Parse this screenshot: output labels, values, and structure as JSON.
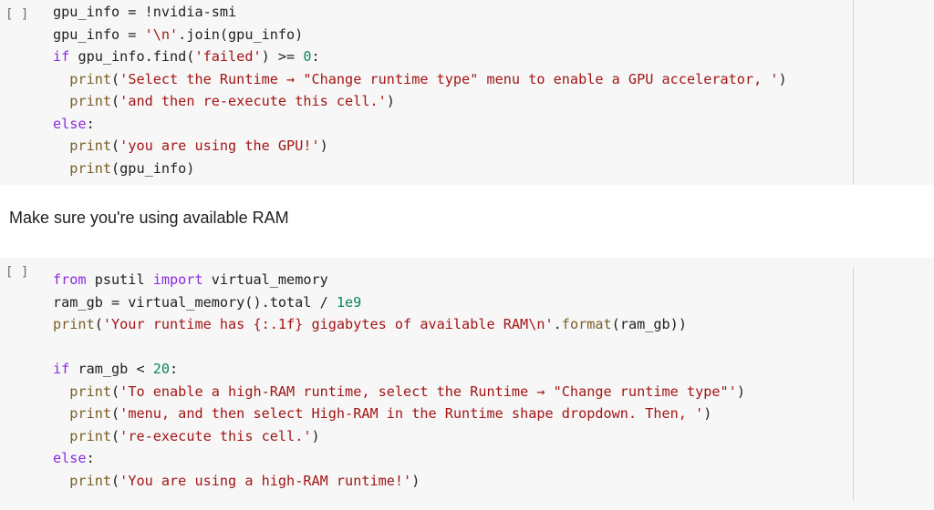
{
  "cell1": {
    "run_label": "[ ]",
    "lines": [
      [
        {
          "t": "gpu_info = !nvidia-smi",
          "c": "plain"
        }
      ],
      [
        {
          "t": "gpu_info = ",
          "c": "plain"
        },
        {
          "t": "'\\n'",
          "c": "str"
        },
        {
          "t": ".join(gpu_info)",
          "c": "plain"
        }
      ],
      [
        {
          "t": "if",
          "c": "kw"
        },
        {
          "t": " gpu_info.find(",
          "c": "plain"
        },
        {
          "t": "'failed'",
          "c": "str"
        },
        {
          "t": ") >= ",
          "c": "plain"
        },
        {
          "t": "0",
          "c": "num"
        },
        {
          "t": ":",
          "c": "plain"
        }
      ],
      [
        {
          "t": "  ",
          "c": "plain"
        },
        {
          "t": "print",
          "c": "fn"
        },
        {
          "t": "(",
          "c": "plain"
        },
        {
          "t": "'Select the Runtime → \"Change runtime type\" menu to enable a GPU accelerator, '",
          "c": "str"
        },
        {
          "t": ")",
          "c": "plain"
        }
      ],
      [
        {
          "t": "  ",
          "c": "plain"
        },
        {
          "t": "print",
          "c": "fn"
        },
        {
          "t": "(",
          "c": "plain"
        },
        {
          "t": "'and then re-execute this cell.'",
          "c": "str"
        },
        {
          "t": ")",
          "c": "plain"
        }
      ],
      [
        {
          "t": "else",
          "c": "kw"
        },
        {
          "t": ":",
          "c": "plain"
        }
      ],
      [
        {
          "t": "  ",
          "c": "plain"
        },
        {
          "t": "print",
          "c": "fn"
        },
        {
          "t": "(",
          "c": "plain"
        },
        {
          "t": "'you are using the GPU!'",
          "c": "str"
        },
        {
          "t": ")",
          "c": "plain"
        }
      ],
      [
        {
          "t": "  ",
          "c": "plain"
        },
        {
          "t": "print",
          "c": "fn"
        },
        {
          "t": "(gpu_info)",
          "c": "plain"
        }
      ]
    ]
  },
  "text_cell": {
    "text": "Make sure you're using available RAM"
  },
  "cell2": {
    "run_label": "[ ]",
    "lines": [
      [
        {
          "t": "from",
          "c": "kw"
        },
        {
          "t": " psutil ",
          "c": "plain"
        },
        {
          "t": "import",
          "c": "kw"
        },
        {
          "t": " virtual_memory",
          "c": "plain"
        }
      ],
      [
        {
          "t": "ram_gb = virtual_memory().total / ",
          "c": "plain"
        },
        {
          "t": "1e9",
          "c": "num"
        }
      ],
      [
        {
          "t": "print",
          "c": "fn"
        },
        {
          "t": "(",
          "c": "plain"
        },
        {
          "t": "'Your runtime has {:.1f} gigabytes of available RAM\\n'",
          "c": "str"
        },
        {
          "t": ".",
          "c": "plain"
        },
        {
          "t": "format",
          "c": "fn"
        },
        {
          "t": "(ram_gb))",
          "c": "plain"
        }
      ],
      [],
      [
        {
          "t": "if",
          "c": "kw"
        },
        {
          "t": " ram_gb < ",
          "c": "plain"
        },
        {
          "t": "20",
          "c": "num"
        },
        {
          "t": ":",
          "c": "plain"
        }
      ],
      [
        {
          "t": "  ",
          "c": "plain"
        },
        {
          "t": "print",
          "c": "fn"
        },
        {
          "t": "(",
          "c": "plain"
        },
        {
          "t": "'To enable a high-RAM runtime, select the Runtime → \"Change runtime type\"'",
          "c": "str"
        },
        {
          "t": ")",
          "c": "plain"
        }
      ],
      [
        {
          "t": "  ",
          "c": "plain"
        },
        {
          "t": "print",
          "c": "fn"
        },
        {
          "t": "(",
          "c": "plain"
        },
        {
          "t": "'menu, and then select High-RAM in the Runtime shape dropdown. Then, '",
          "c": "str"
        },
        {
          "t": ")",
          "c": "plain"
        }
      ],
      [
        {
          "t": "  ",
          "c": "plain"
        },
        {
          "t": "print",
          "c": "fn"
        },
        {
          "t": "(",
          "c": "plain"
        },
        {
          "t": "'re-execute this cell.'",
          "c": "str"
        },
        {
          "t": ")",
          "c": "plain"
        }
      ],
      [
        {
          "t": "else",
          "c": "kw"
        },
        {
          "t": ":",
          "c": "plain"
        }
      ],
      [
        {
          "t": "  ",
          "c": "plain"
        },
        {
          "t": "print",
          "c": "fn"
        },
        {
          "t": "(",
          "c": "plain"
        },
        {
          "t": "'You are using a high-RAM runtime!'",
          "c": "str"
        },
        {
          "t": ")",
          "c": "plain"
        }
      ]
    ]
  }
}
